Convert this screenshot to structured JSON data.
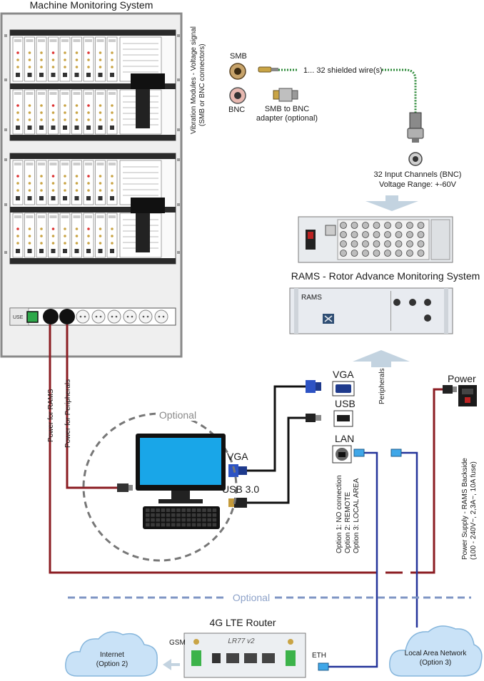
{
  "labels": {
    "mms_title": "Machine Monitoring System",
    "vib_line1": "Vibration Modules - Voltage signal",
    "vib_line2": "(SMB or BNC connectors)",
    "smb": "SMB",
    "bnc": "BNC",
    "shielded": "1... 32 shielded wire(s)",
    "adapter_line1": "SMB to BNC",
    "adapter_line2": "adapter (optional)",
    "input_line1": "32 Input Channels (BNC)",
    "input_line2": "Voltage Range: +-60V",
    "rams_title": "RAMS - Rotor Advance Monitoring System",
    "rams_badge": "RAMS",
    "vga_port": "VGA",
    "usb_port": "USB",
    "lan_port": "LAN",
    "peripherals": "Peripherals",
    "power": "Power",
    "power_supply_line1": "Power Supply - RAMS Backside",
    "power_supply_line2": "(100 - 240V~, 2,3A~, 10A fuse)",
    "option1": "Option 1: NO connection",
    "option2": "Option 2: REMOTE",
    "option3": "Option 3: LOCAL AREA",
    "optional_pc": "Optional",
    "vga_monitor": "VGA",
    "usb30": "USB 3.0",
    "power_rams": "Power for RAMS",
    "power_peripherals": "Power for Peripherals",
    "optional_divider": "Optional",
    "router_title": "4G LTE Router",
    "router_model": "LR77 v2",
    "gsm": "GSM",
    "eth": "ETH",
    "internet_line1": "Internet",
    "internet_line2": "(Option 2)",
    "lan_line1": "Local Area Network",
    "lan_line2": "(Option 3)",
    "power_strip_badge": "USE"
  },
  "colors": {
    "power_cable": "#8b1c22",
    "lan_cable": "#24349a",
    "shielded_wire": "#2e8b3a",
    "dashed": "#7f96c4",
    "cloud": "#c9e2f7",
    "screen": "#19a6e8",
    "arrow": "#c3d3e0"
  },
  "icons": {
    "monitor": "monitor-icon",
    "keyboard": "keyboard-icon",
    "vga": "vga-connector-icon",
    "usb": "usb-connector-icon",
    "lan": "rj45-connector-icon",
    "power": "power-socket-icon",
    "cloud": "cloud-icon",
    "router": "router-icon"
  }
}
